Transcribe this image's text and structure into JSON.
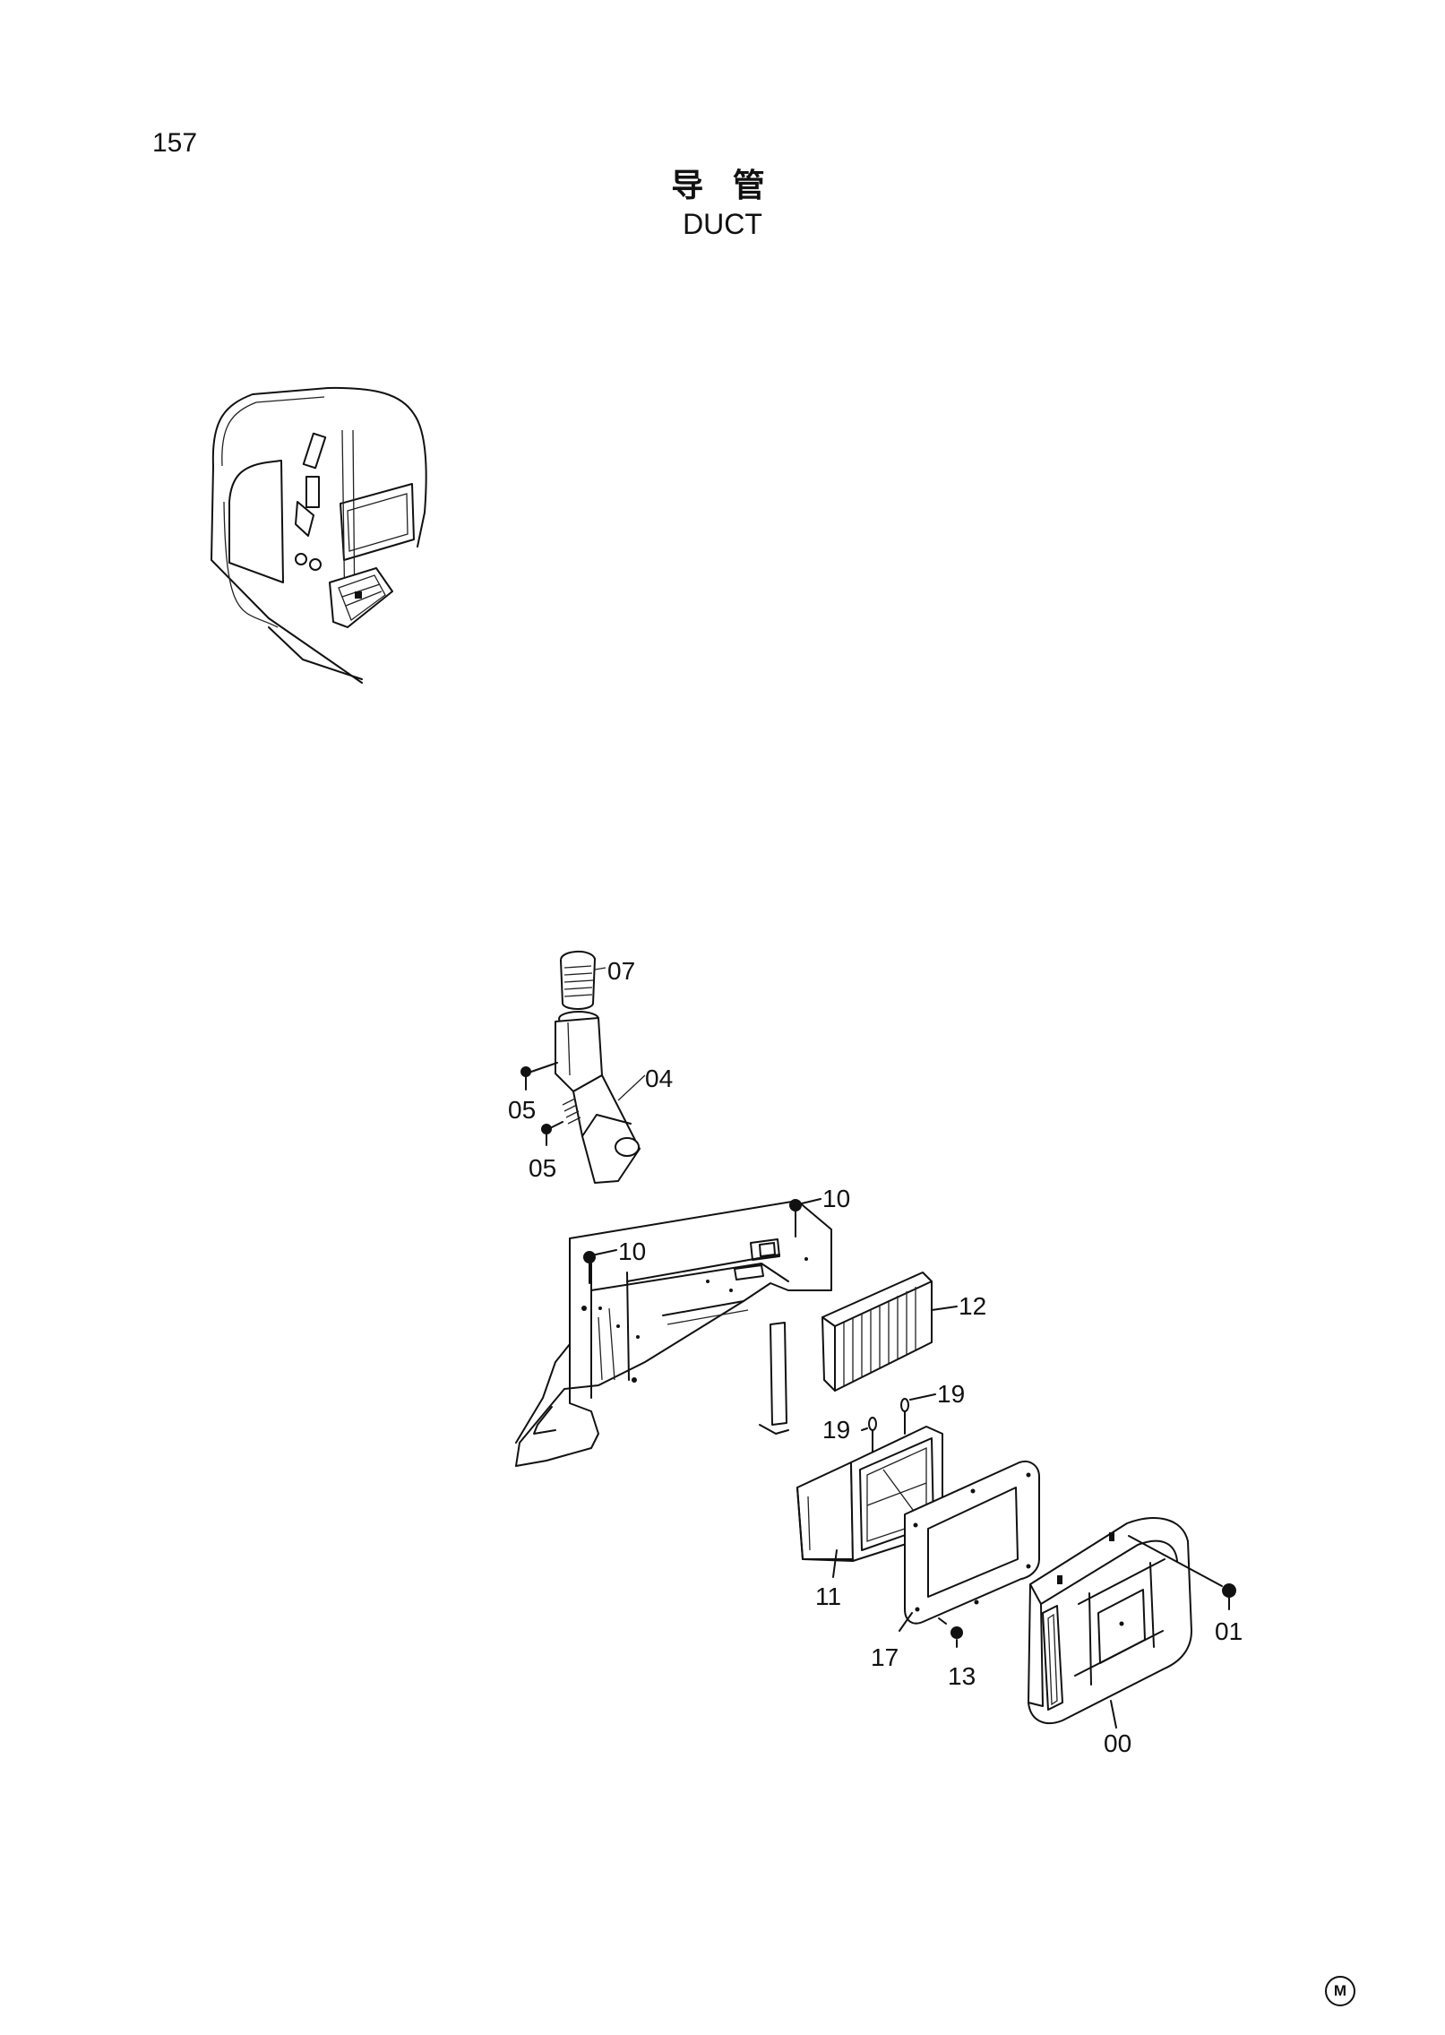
{
  "page": {
    "number": "157"
  },
  "title": {
    "chinese": "导 管",
    "english": "DUCT"
  },
  "callouts": {
    "c07": "07",
    "c04": "04",
    "c05a": "05",
    "c05b": "05",
    "c10a": "10",
    "c10b": "10",
    "c12": "12",
    "c19a": "19",
    "c19b": "19",
    "c11": "11",
    "c17": "17",
    "c13": "13",
    "c01": "01",
    "c00": "00"
  },
  "footer": {
    "mark": "M"
  }
}
